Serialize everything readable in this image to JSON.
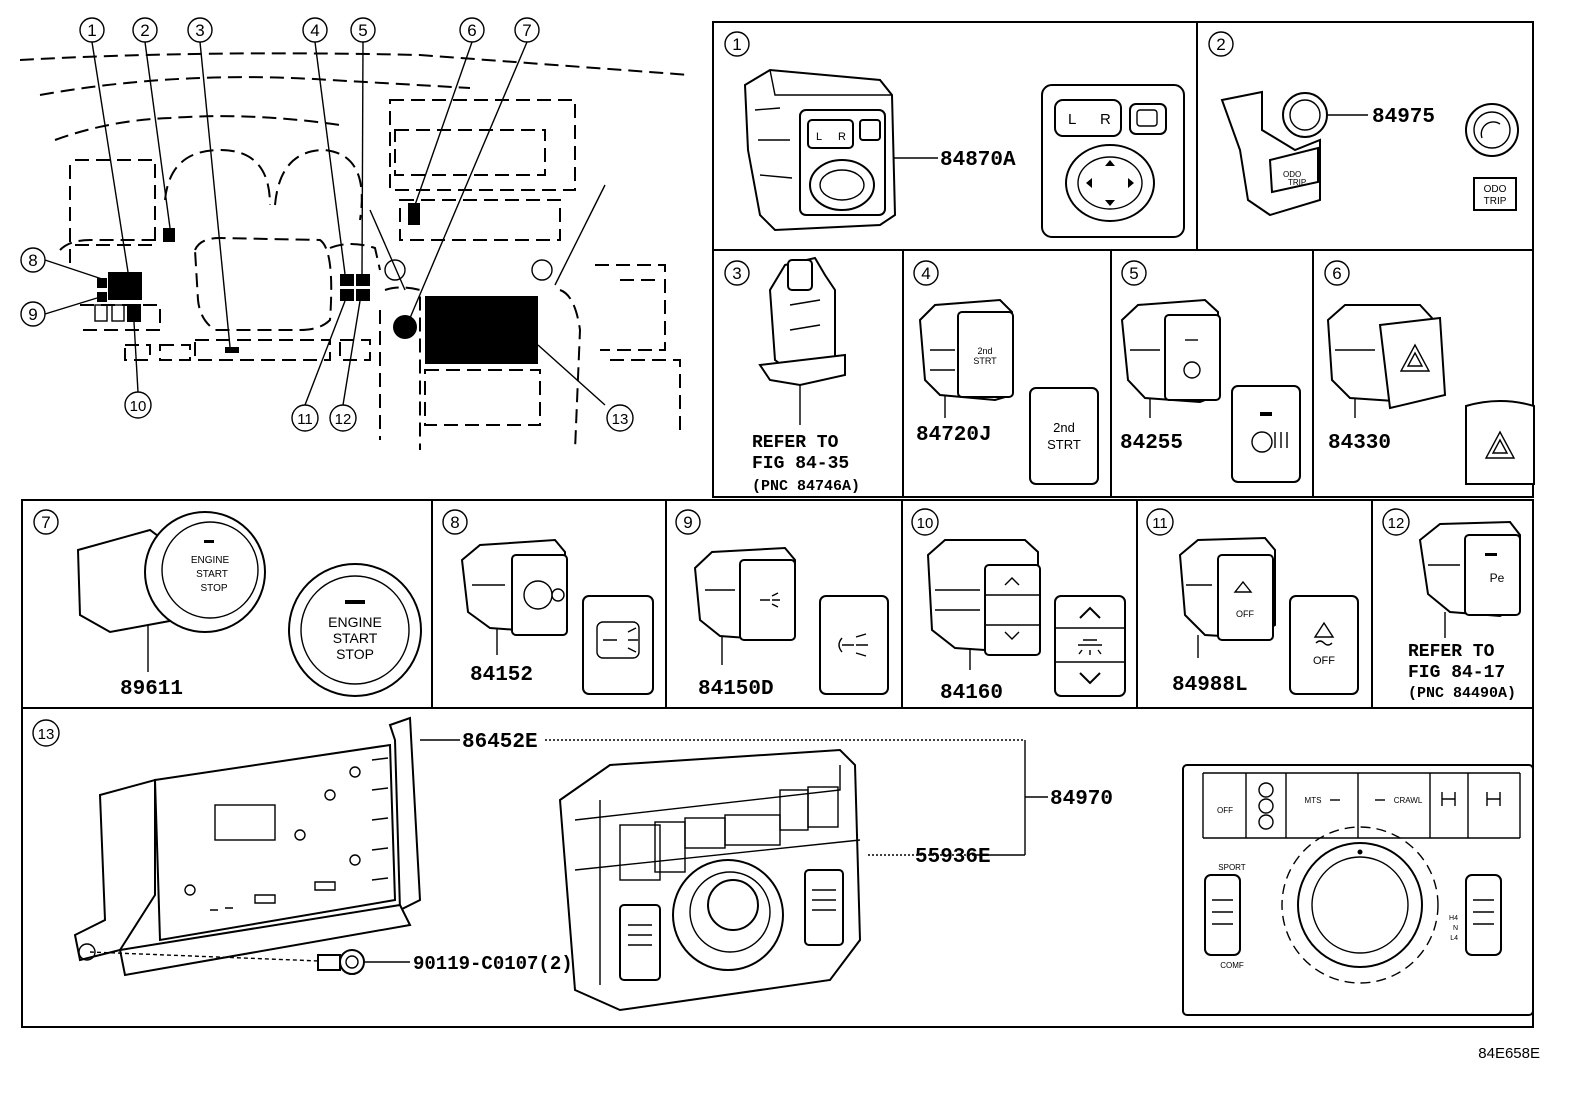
{
  "overview": {
    "callouts": [
      "1",
      "2",
      "3",
      "4",
      "5",
      "6",
      "7",
      "8",
      "9",
      "10",
      "11",
      "12",
      "13"
    ]
  },
  "panels": [
    {
      "id": "p1",
      "callout": "1",
      "part_numbers": [
        "84870A"
      ],
      "icon_text": [
        "L",
        "R"
      ]
    },
    {
      "id": "p2",
      "callout": "2",
      "part_numbers": [
        "84975"
      ],
      "icon_text": [
        "ODO",
        "TRIP"
      ]
    },
    {
      "id": "p3",
      "callout": "3",
      "refer_lines": [
        "REFER TO",
        "FIG 84-35",
        "(PNC 84746A)"
      ]
    },
    {
      "id": "p4",
      "callout": "4",
      "part_numbers": [
        "84720J"
      ],
      "icon_text": [
        "2nd",
        "STRT"
      ]
    },
    {
      "id": "p5",
      "callout": "5",
      "part_numbers": [
        "84255"
      ]
    },
    {
      "id": "p6",
      "callout": "6",
      "part_numbers": [
        "84330"
      ]
    },
    {
      "id": "p7",
      "callout": "7",
      "part_numbers": [
        "89611"
      ],
      "icon_text": [
        "ENGINE",
        "START",
        "STOP"
      ]
    },
    {
      "id": "p8",
      "callout": "8",
      "part_numbers": [
        "84152"
      ]
    },
    {
      "id": "p9",
      "callout": "9",
      "part_numbers": [
        "84150D"
      ]
    },
    {
      "id": "p10",
      "callout": "10",
      "part_numbers": [
        "84160"
      ]
    },
    {
      "id": "p11",
      "callout": "11",
      "part_numbers": [
        "84988L"
      ],
      "icon_text": [
        "OFF"
      ]
    },
    {
      "id": "p12",
      "callout": "12",
      "refer_lines": [
        "REFER TO",
        "FIG 84-17",
        "(PNC 84490A)"
      ],
      "icon_text": [
        "Pe"
      ]
    },
    {
      "id": "p13",
      "callout": "13",
      "part_numbers": [
        "86452E",
        "84970",
        "55936E",
        "90119-C0107(2)"
      ],
      "icon_text": [
        "OFF",
        "MTS",
        "CRAWL",
        "SPORT",
        "COMF",
        "H4",
        "N",
        "L4"
      ]
    }
  ],
  "figure_code": "84E658E"
}
